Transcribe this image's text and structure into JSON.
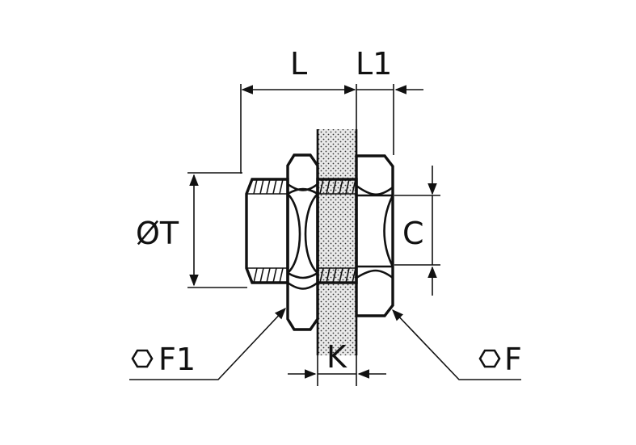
{
  "labels": {
    "L": "L",
    "L1": "L1",
    "diameter_T": "ØT",
    "C": "C",
    "K": "K",
    "F1": "F1",
    "F": "F"
  },
  "colors": {
    "ink": "#111111",
    "panel_fill": "#e6e6e6",
    "background": "#ffffff"
  }
}
